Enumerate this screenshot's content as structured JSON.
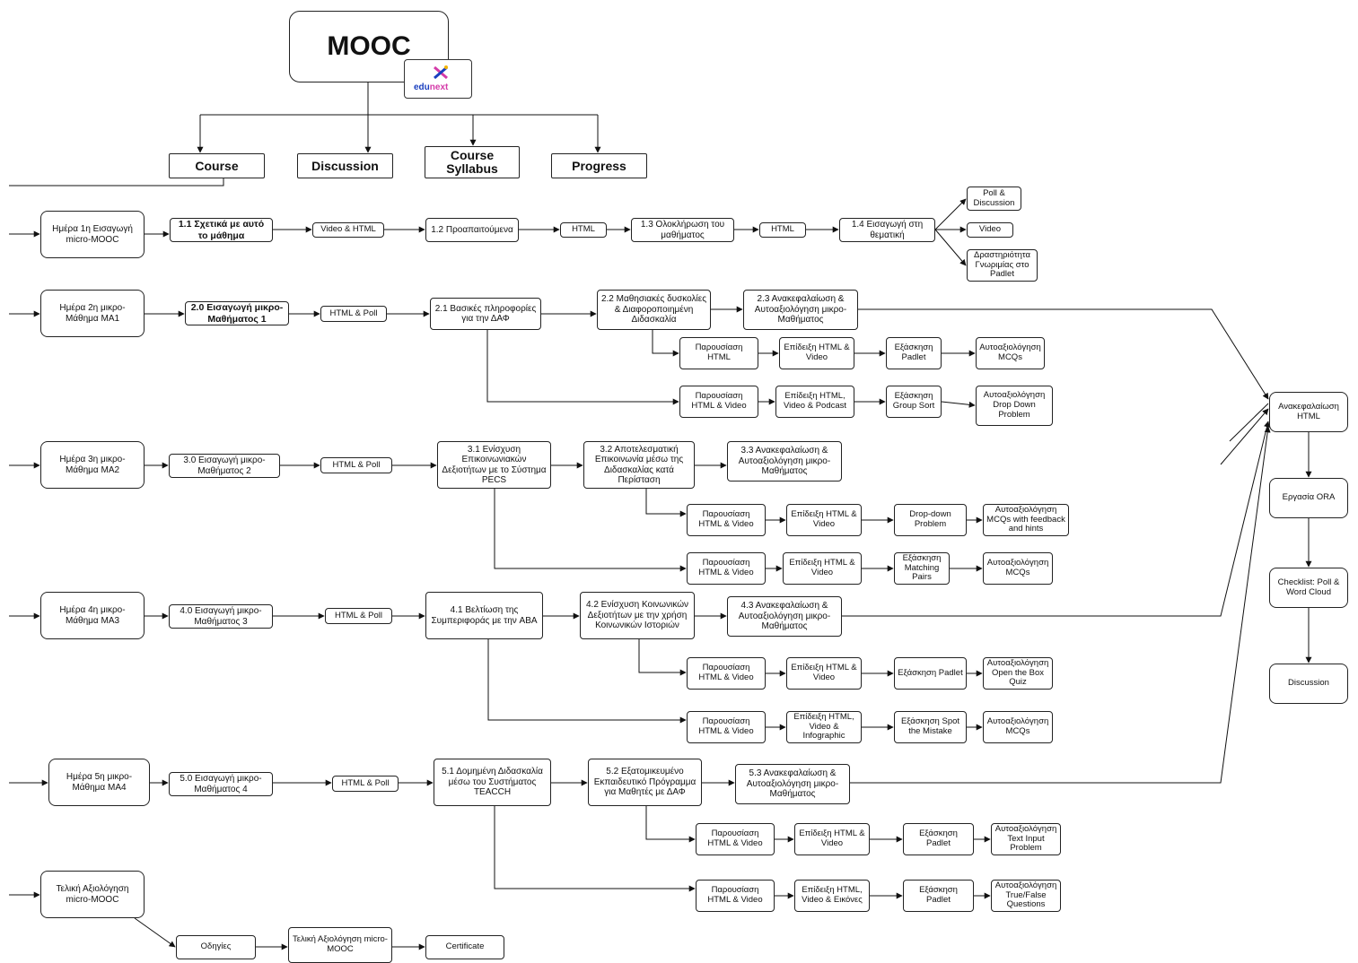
{
  "title": "MOOC",
  "logo": {
    "name": "edunext"
  },
  "tabs": {
    "course": "Course",
    "discussion": "Discussion",
    "syllabus": "Course Syllabus",
    "progress": "Progress"
  },
  "day1": {
    "day": "Ημέρα 1η Εισαγωγή micro-MOOC",
    "s1": "1.1 Σχετικά με αυτό το μάθημα",
    "r1": "Video & HTML",
    "s2": "1.2 Προαπαιτούμενα",
    "r2": "HTML",
    "s3": "1.3 Ολοκλήρωση του μαθήματος",
    "r3": "HTML",
    "s4": "1.4 Εισαγωγή στη θεματική",
    "b1": "Poll & Discussion",
    "b2": "Video",
    "b3": "Δραστηριότητα Γνωριμίας στο Padlet"
  },
  "day2": {
    "day": "Ημέρα 2η μικρο-Μάθημα ΜΑ1",
    "intro": "2.0 Εισαγωγή μικρο-Μαθήματος 1",
    "res": "HTML & Poll",
    "s1": "2.1 Βασικές πληροφορίες για την ΔΑΦ",
    "s2": "2.2 Μαθησιακές δυσκολίες & Διαφοροποιημένη Διδασκαλία",
    "s3": "2.3 Ανακεφαλαίωση & Αυτοαξιολόγηση μικρο-Μαθήματος",
    "a1": "Παρουσίαση HTML",
    "a2": "Επίδειξη HTML & Video",
    "a3": "Εξάσκηση Padlet",
    "a4": "Αυτοαξιολόγηση MCQs",
    "b1": "Παρουσίαση HTML & Video",
    "b2": "Επίδειξη HTML, Video & Podcast",
    "b3": "Εξάσκηση Group Sort",
    "b4": "Αυτοαξιολόγηση Drop Down Problem"
  },
  "day3": {
    "day": "Ημέρα 3η μικρο-Μάθημα ΜΑ2",
    "intro": "3.0 Εισαγωγή μικρο-Μαθήματος 2",
    "res": "HTML & Poll",
    "s1": "3.1 Ενίσχυση Επικοινωνιακών Δεξιοτήτων με το Σύστημα PECS",
    "s2": "3.2 Αποτελεσματική Επικοινωνία μέσω της Διδασκαλίας κατά Περίσταση",
    "s3": "3.3 Ανακεφαλαίωση & Αυτοαξιολόγηση μικρο-Μαθήματος",
    "a1": "Παρουσίαση HTML & Video",
    "a2": "Επίδειξη HTML & Video",
    "a3": "Drop-down Problem",
    "a4": "Αυτοαξιολόγηση MCQs with feedback and hints",
    "b1": "Παρουσίαση HTML & Video",
    "b2": "Επίδειξη HTML & Video",
    "b3": "Εξάσκηση Matching Pairs",
    "b4": "Αυτοαξιολόγηση MCQs"
  },
  "day4": {
    "day": "Ημέρα 4η μικρο-Μάθημα ΜΑ3",
    "intro": "4.0 Εισαγωγή μικρο-Μαθήματος 3",
    "res": "HTML & Poll",
    "s1": "4.1 Βελτίωση της Συμπεριφοράς με την ABA",
    "s2": "4.2 Ενίσχυση Κοινωνικών Δεξιοτήτων με την χρήση Κοινωνικών Ιστοριών",
    "s3": "4.3 Ανακεφαλαίωση & Αυτοαξιολόγηση μικρο-Μαθήματος",
    "a1": "Παρουσίαση HTML & Video",
    "a2": "Επίδειξη HTML & Video",
    "a3": "Εξάσκηση Padlet",
    "a4": "Αυτοαξιολόγηση Open the Box Quiz",
    "b1": "Παρουσίαση HTML & Video",
    "b2": "Επίδειξη HTML, Video & Infographic",
    "b3": "Εξάσκηση Spot the Mistake",
    "b4": "Αυτοαξιολόγηση MCQs"
  },
  "day5": {
    "day": "Ημέρα 5η μικρο-Μάθημα ΜΑ4",
    "intro": "5.0 Εισαγωγή μικρο-Μαθήματος 4",
    "res": "HTML & Poll",
    "s1": "5.1 Δομημένη Διδασκαλία μέσω του Συστήματος TEACCH",
    "s2": "5.2 Εξατομικευμένο Εκπαιδευτικό Πρόγραμμα για Μαθητές με ΔΑΦ",
    "s3": "5.3 Ανακεφαλαίωση & Αυτοαξιολόγηση μικρο-Μαθήματος",
    "a1": "Παρουσίαση HTML & Video",
    "a2": "Επίδειξη HTML & Video",
    "a3": "Εξάσκηση Padlet",
    "a4": "Αυτοαξιολόγηση Text Input Problem",
    "b1": "Παρουσίαση HTML & Video",
    "b2": "Επίδειξη HTML, Video & Εικόνες",
    "b3": "Εξάσκηση Padlet",
    "b4": "Αυτοαξιολόγηση True/False Questions"
  },
  "final": {
    "title": "Τελική Αξιολόγηση micro-MOOC",
    "guide": "Οδηγίες",
    "test": "Τελική Αξιολόγηση micro-MOOC",
    "cert": "Certificate"
  },
  "side": {
    "recap": "Ανακεφαλαίωση HTML",
    "ora": "Εργασία ORA",
    "checklist": "Checklist: Poll & Word Cloud",
    "discussion": "Discussion"
  }
}
